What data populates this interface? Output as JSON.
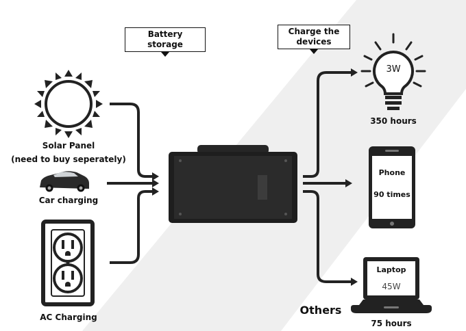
{
  "callouts": {
    "battery": [
      "Battery",
      "storage"
    ],
    "charge": [
      "Charge the",
      "devices"
    ]
  },
  "inputs": {
    "solar": [
      "Solar Panel",
      "(need to buy seperately)"
    ],
    "car": "Car charging",
    "ac": "AC Charging"
  },
  "outputs": {
    "bulb": {
      "watt": "3W",
      "caption": "350 hours"
    },
    "phone": {
      "name": "Phone",
      "caption": "90 times"
    },
    "laptop": {
      "name": "Laptop",
      "watt": "45W",
      "caption": "75 hours"
    },
    "others": "Others"
  },
  "icons": [
    "sun-icon",
    "car-icon",
    "outlet-icon",
    "battery-icon",
    "bulb-icon",
    "phone-icon",
    "laptop-icon"
  ],
  "colors": {
    "ink": "#222222",
    "battery_body": "#1e1e1e",
    "backdrop": "#efefef"
  }
}
